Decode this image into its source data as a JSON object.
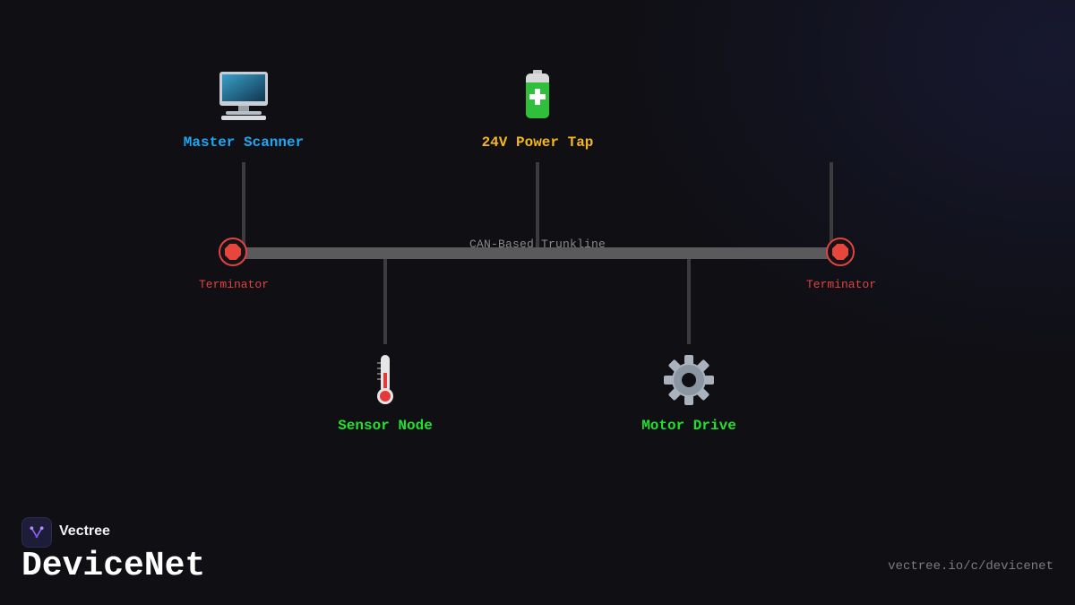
{
  "diagram": {
    "trunk_label": "CAN-Based Trunkline",
    "terminators": [
      {
        "label": "Terminator"
      },
      {
        "label": "Terminator"
      }
    ],
    "nodes": [
      {
        "label": "Master Scanner",
        "icon": "desktop-computer-icon",
        "color": "#1ea7f0"
      },
      {
        "label": "24V Power Tap",
        "icon": "battery-icon",
        "color": "#f4b71a"
      },
      {
        "label": "Sensor Node",
        "icon": "thermometer-icon",
        "color": "#22e02f"
      },
      {
        "label": "Motor Drive",
        "icon": "gear-icon",
        "color": "#22e02f"
      }
    ]
  },
  "brand": {
    "name": "Vectree",
    "logo_icon": "vectree-logo-icon"
  },
  "page": {
    "title": "DeviceNet",
    "url": "vectree.io/c/devicenet"
  },
  "colors": {
    "terminator": "#e0433f",
    "trunk": "#5a5a5c",
    "background": "#0f0f14"
  }
}
